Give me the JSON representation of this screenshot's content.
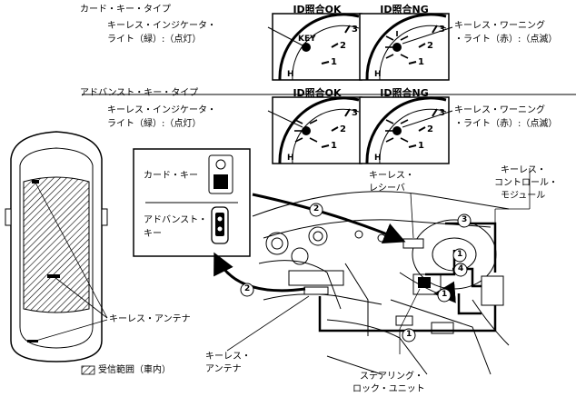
{
  "sections": {
    "card_type": {
      "title": "カード・キー・タイプ",
      "ok_title": "ID照合OK",
      "ng_title": "ID照合NG",
      "indicator_label": [
        "キーレス・インジケータ・",
        "ライト（緑）:（点灯）"
      ],
      "warning_label": [
        "キーレス・ワーニング",
        "・ライト（赤）:（点滅）"
      ]
    },
    "advanced_type": {
      "title": "アドバンスト・キー・タイプ",
      "ok_title": "ID照合OK",
      "ng_title": "ID照合NG",
      "indicator_label": [
        "キーレス・インジケータ・",
        "ライト（緑）:（点灯）"
      ],
      "warning_label": [
        "キーレス・ワーニング",
        "・ライト（赤）:（点滅）"
      ]
    }
  },
  "gauge": {
    "ticks": [
      "3",
      "2",
      "1"
    ],
    "key_text": "KEY",
    "h_text": "H"
  },
  "keys": {
    "card_key": "カード・キー",
    "advanced_key": [
      "アドバンスト・",
      "キー"
    ]
  },
  "components": {
    "keyless_receiver": [
      "キーレス・",
      "レシーバ"
    ],
    "keyless_control_module": [
      "キーレス・",
      "コントロール・",
      "モジュール"
    ],
    "keyless_antenna_car": "キーレス・アンテナ",
    "keyless_antenna_dash": [
      "キーレス・",
      "アンテナ"
    ],
    "steering_lock_unit": [
      "ステアリング・",
      "ロック・ユニット"
    ]
  },
  "legend": {
    "reception_range": "受信範囲（車内）"
  },
  "callouts": [
    "1",
    "2",
    "3",
    "4"
  ]
}
